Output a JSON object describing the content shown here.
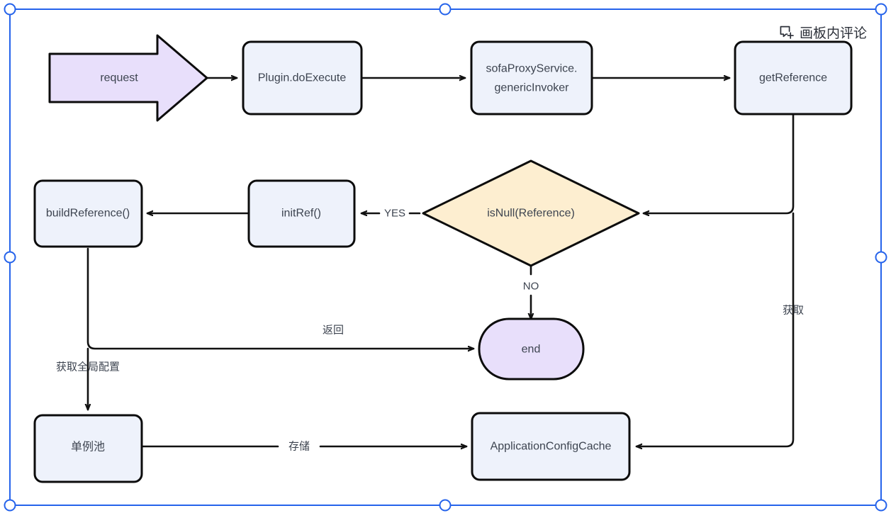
{
  "canvas": {
    "comment_tool": {
      "icon": "comment-add-icon",
      "label": "画板内评论"
    },
    "selection": {
      "frame_color": "#2563eb",
      "handle_fill": "#ffffff",
      "handles": [
        "top-left",
        "top-center",
        "top-right",
        "middle-left",
        "middle-right",
        "bottom-left",
        "bottom-center",
        "bottom-right"
      ]
    }
  },
  "theme": {
    "node_fill": "#eef2fb",
    "node_stroke": "#0c0c0c",
    "decision_fill": "#fdeed0",
    "terminal_fill": "#e8dffb",
    "arrow_fill": "#e8dffb",
    "edge_stroke": "#111111",
    "text_color": "#3d4450"
  },
  "flowchart": {
    "nodes": [
      {
        "id": "request",
        "label": "request",
        "shape": "block-arrow",
        "fill": "#e8dffb"
      },
      {
        "id": "plugin",
        "label": "Plugin.doExecute",
        "shape": "rounded-rect",
        "fill": "#eef2fb"
      },
      {
        "id": "sofaproxy",
        "label": "sofaProxyService.\ngenericInvoker",
        "line1": "sofaProxyService.",
        "line2": "genericInvoker",
        "shape": "rounded-rect",
        "fill": "#eef2fb"
      },
      {
        "id": "getreference",
        "label": "getReference",
        "shape": "rounded-rect",
        "fill": "#eef2fb"
      },
      {
        "id": "isnull",
        "label": "isNull(Reference)",
        "shape": "diamond",
        "fill": "#fdeed0"
      },
      {
        "id": "initref",
        "label": "initRef()",
        "shape": "rounded-rect",
        "fill": "#eef2fb"
      },
      {
        "id": "buildreference",
        "label": "buildReference()",
        "shape": "rounded-rect",
        "fill": "#eef2fb"
      },
      {
        "id": "end",
        "label": "end",
        "shape": "stadium",
        "fill": "#e8dffb"
      },
      {
        "id": "singleton",
        "label": "单例池",
        "shape": "rounded-rect",
        "fill": "#eef2fb"
      },
      {
        "id": "appconfigcache",
        "label": "ApplicationConfigCache",
        "shape": "rounded-rect",
        "fill": "#eef2fb"
      }
    ],
    "edges": [
      {
        "from": "request",
        "to": "plugin",
        "label": ""
      },
      {
        "from": "plugin",
        "to": "sofaproxy",
        "label": ""
      },
      {
        "from": "sofaproxy",
        "to": "getreference",
        "label": ""
      },
      {
        "from": "getreference",
        "to": "isnull",
        "label": ""
      },
      {
        "from": "isnull",
        "to": "initref",
        "label": "YES"
      },
      {
        "from": "initref",
        "to": "buildreference",
        "label": ""
      },
      {
        "from": "isnull",
        "to": "end",
        "label": "NO"
      },
      {
        "from": "buildreference",
        "to": "end",
        "label": "返回"
      },
      {
        "from": "buildreference",
        "to": "singleton",
        "label": "获取全局配置"
      },
      {
        "from": "singleton",
        "to": "appconfigcache",
        "label": "存储"
      },
      {
        "from": "getreference",
        "to": "appconfigcache",
        "label": "获取"
      }
    ],
    "edge_labels": {
      "yes": "YES",
      "no": "NO",
      "ret": "返回",
      "global_config": "获取全局配置",
      "store": "存储",
      "fetch": "获取"
    }
  }
}
